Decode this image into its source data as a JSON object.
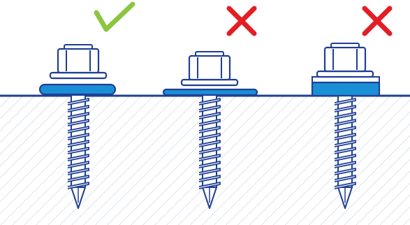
{
  "colors": {
    "outline": "#1f3f93",
    "washer_fill": "#1a8fd6",
    "ok_mark": "#8cc63f",
    "bad_mark": "#e31e24",
    "hatch": "#c9d2e6",
    "background": "#ffffff"
  },
  "screws": [
    {
      "id": "correct",
      "verdict": "check",
      "washer": "correctly-compressed"
    },
    {
      "id": "overtightened",
      "verdict": "cross",
      "washer": "over-compressed"
    },
    {
      "id": "undertightened",
      "verdict": "cross",
      "washer": "under-compressed"
    }
  ],
  "icons": {
    "check": "check-mark-icon",
    "cross": "cross-mark-icon"
  }
}
